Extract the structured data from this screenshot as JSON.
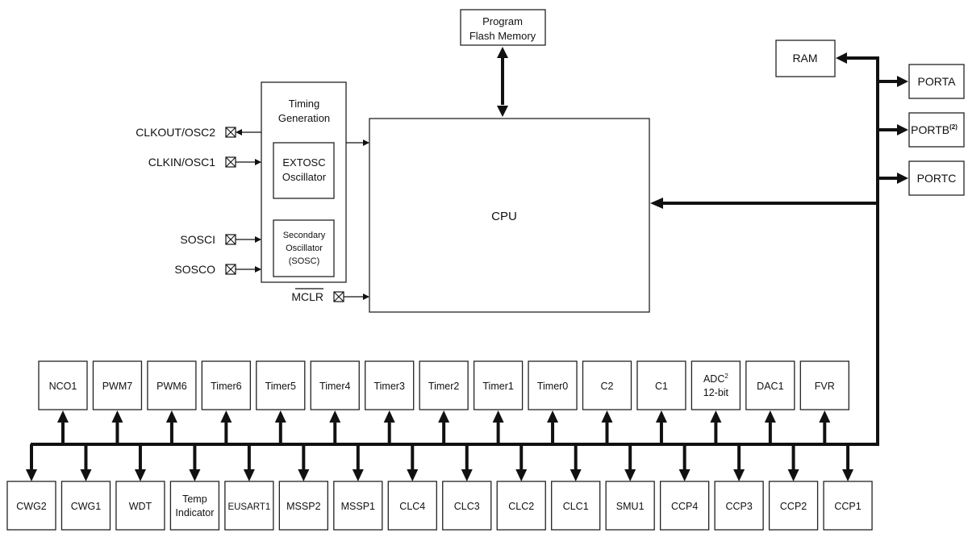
{
  "memory": {
    "flash_line1": "Program",
    "flash_line2": "Flash Memory",
    "ram": "RAM"
  },
  "cpu": "CPU",
  "ports": [
    "PORTA",
    "PORTB",
    "PORTC"
  ],
  "port_b_note": "(2)",
  "timing": {
    "title_line1": "Timing",
    "title_line2": "Generation",
    "extosc_line1": "EXTOSC",
    "extosc_line2": "Oscillator",
    "sosc_line1": "Secondary",
    "sosc_line2": "Oscillator",
    "sosc_line3": "(SOSC)"
  },
  "pins": {
    "clkout": "CLKOUT/OSC2",
    "clkin": "CLKIN/OSC1",
    "sosci": "SOSCI",
    "sosco": "SOSCO",
    "mclr": "MCLR"
  },
  "top_peripherals": [
    {
      "l1": "NCO1"
    },
    {
      "l1": "PWM7"
    },
    {
      "l1": "PWM6"
    },
    {
      "l1": "Timer6"
    },
    {
      "l1": "Timer5"
    },
    {
      "l1": "Timer4"
    },
    {
      "l1": "Timer3"
    },
    {
      "l1": "Timer2"
    },
    {
      "l1": "Timer1"
    },
    {
      "l1": "Timer0"
    },
    {
      "l1": "C2"
    },
    {
      "l1": "C1"
    },
    {
      "l1": "ADC",
      "sup": "2",
      "l2": "12-bit"
    },
    {
      "l1": "DAC1"
    },
    {
      "l1": "FVR"
    }
  ],
  "bottom_peripherals": [
    {
      "l1": "CWG2"
    },
    {
      "l1": "CWG1"
    },
    {
      "l1": "WDT"
    },
    {
      "l1": "Temp",
      "l2": "Indicator"
    },
    {
      "l1": "EUSART1"
    },
    {
      "l1": "MSSP2"
    },
    {
      "l1": "MSSP1"
    },
    {
      "l1": "CLC4"
    },
    {
      "l1": "CLC3"
    },
    {
      "l1": "CLC2"
    },
    {
      "l1": "CLC1"
    },
    {
      "l1": "SMU1"
    },
    {
      "l1": "CCP4"
    },
    {
      "l1": "CCP3"
    },
    {
      "l1": "CCP2"
    },
    {
      "l1": "CCP1"
    }
  ]
}
